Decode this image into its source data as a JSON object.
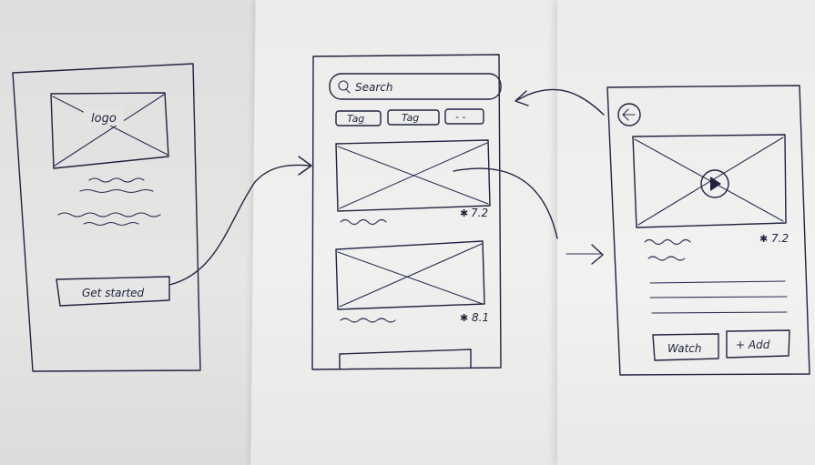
{
  "screen1": {
    "logo_label": "logo",
    "cta_button": "Get started"
  },
  "screen2": {
    "search_placeholder": "Search",
    "tags": [
      "Tag",
      "Tag",
      "- -"
    ],
    "cards": [
      {
        "rating": "7.2"
      },
      {
        "rating": "8.1"
      }
    ]
  },
  "screen3": {
    "back_icon": "back-arrow-icon",
    "play_icon": "play-icon",
    "rating": "7.2",
    "watch_button": "Watch",
    "add_button": "+ Add"
  },
  "colors": {
    "ink": "#1f2340",
    "paper": "#eeeeec"
  }
}
